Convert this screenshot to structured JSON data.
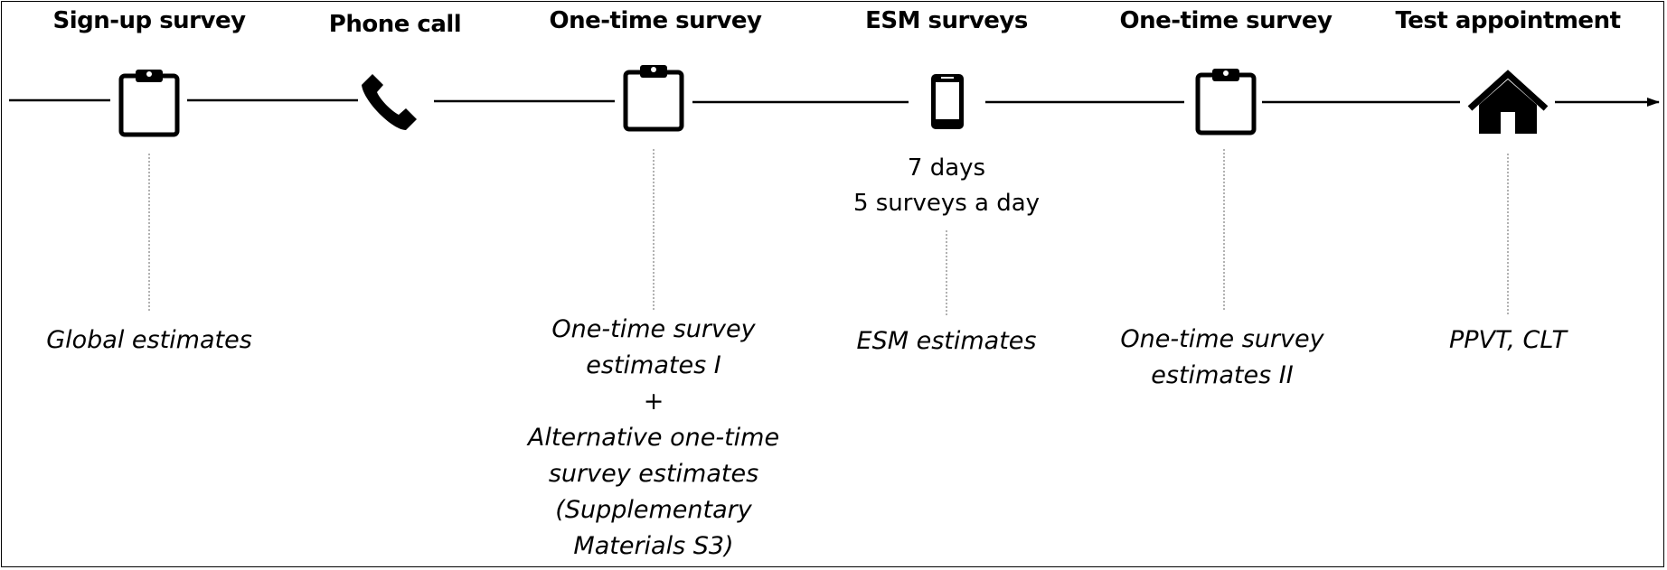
{
  "stages": [
    {
      "title": "Sign-up survey",
      "icon": "clipboard-icon"
    },
    {
      "title": "Phone call",
      "icon": "phone-icon"
    },
    {
      "title": "One-time survey",
      "icon": "clipboard-icon"
    },
    {
      "title": "ESM surveys",
      "icon": "smartphone-icon"
    },
    {
      "title": "One-time survey",
      "icon": "clipboard-icon"
    },
    {
      "title": "Test appointment",
      "icon": "house-icon"
    }
  ],
  "esm_note": {
    "line1": "7 days",
    "line2": "5 surveys a day"
  },
  "estimates": {
    "signup": "Global estimates",
    "onetime1": {
      "line1": "One-time survey",
      "line2": "estimates I",
      "plus": "+",
      "line3": "Alternative one-time",
      "line4": "survey estimates",
      "line5": "(Supplementary",
      "line6": "Materials S3)"
    },
    "esm": "ESM estimates",
    "onetime2": {
      "line1": "One-time survey",
      "line2": "estimates II"
    },
    "test": "PPVT, CLT"
  }
}
